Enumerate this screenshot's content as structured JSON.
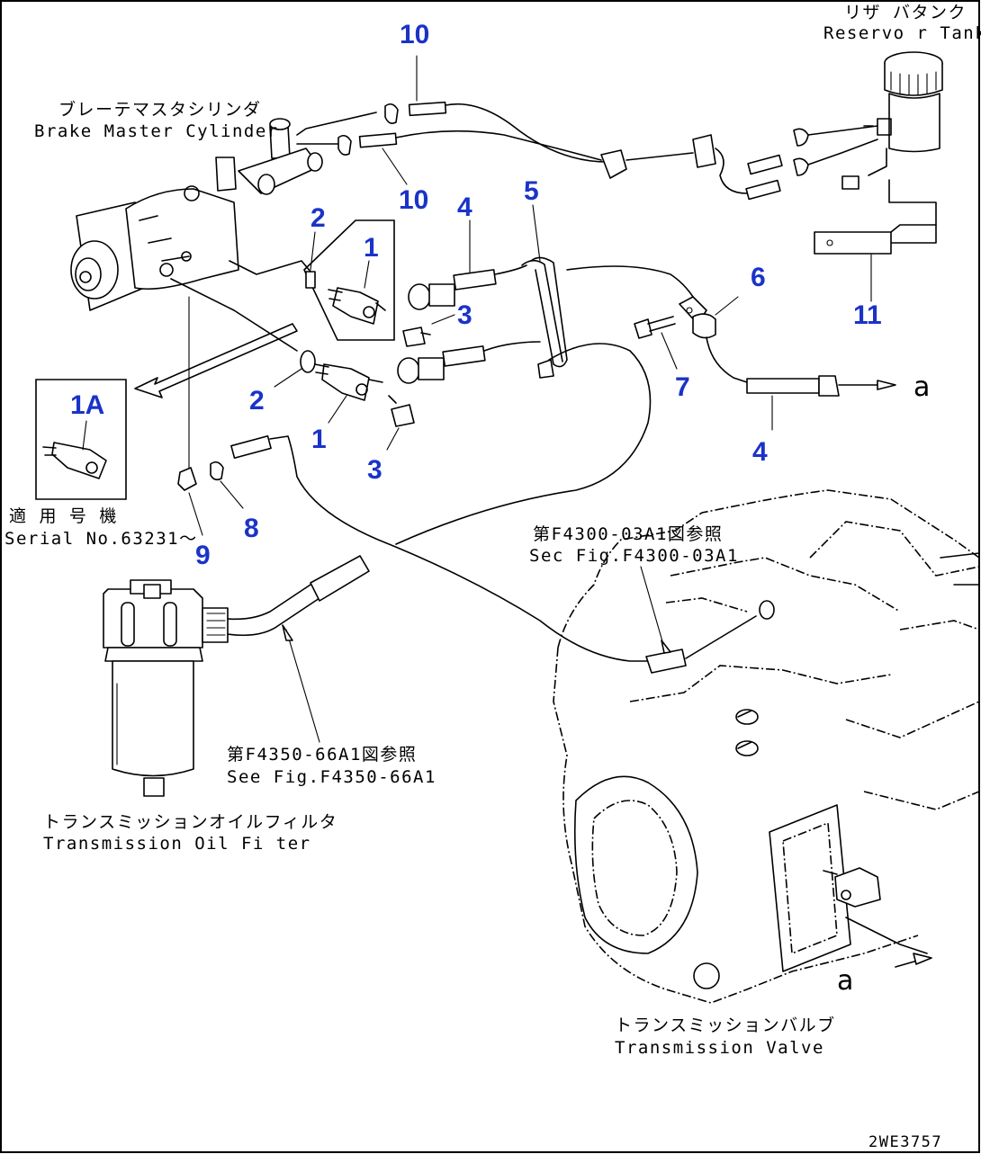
{
  "labels": {
    "reservoir_jp": "リザ バタンク",
    "reservoir_en": "Reservo r Tank",
    "brake_jp": "ブレーテマスタシリンダ",
    "brake_en": "Brake Master Cylinder",
    "serial_jp": "適 用 号 機",
    "serial_en": "Serial No.63231〜",
    "ref1_jp": "第F4300-03A1図参照",
    "ref1_en": "Sec Fig.F4300-03A1",
    "ref2_jp": "第F4350-66A1図参照",
    "ref2_en": "See Fig.F4350-66A1",
    "filter_jp": "トランスミッションオイルフィルタ",
    "filter_en": "Transmission Oil Fi ter",
    "valve_jp": "トランスミッションバルブ",
    "valve_en": "Transmission Valve",
    "code": "2WE3757",
    "mark_a_right": "a",
    "mark_a_bottom": "a"
  },
  "callouts": {
    "c10_top": "10",
    "c10_mid": "10",
    "c2_top": "2",
    "c1_top": "1",
    "c4_top": "4",
    "c5": "5",
    "c6": "6",
    "c11": "11",
    "c3_top": "3",
    "c1a": "1A",
    "c2_mid": "2",
    "c1_mid": "1",
    "c7": "7",
    "c4_right": "4",
    "c3_mid": "3",
    "c8": "8",
    "c9": "9"
  },
  "colors": {
    "callout": "#1a33c8",
    "line": "#000000",
    "background": "#ffffff"
  }
}
